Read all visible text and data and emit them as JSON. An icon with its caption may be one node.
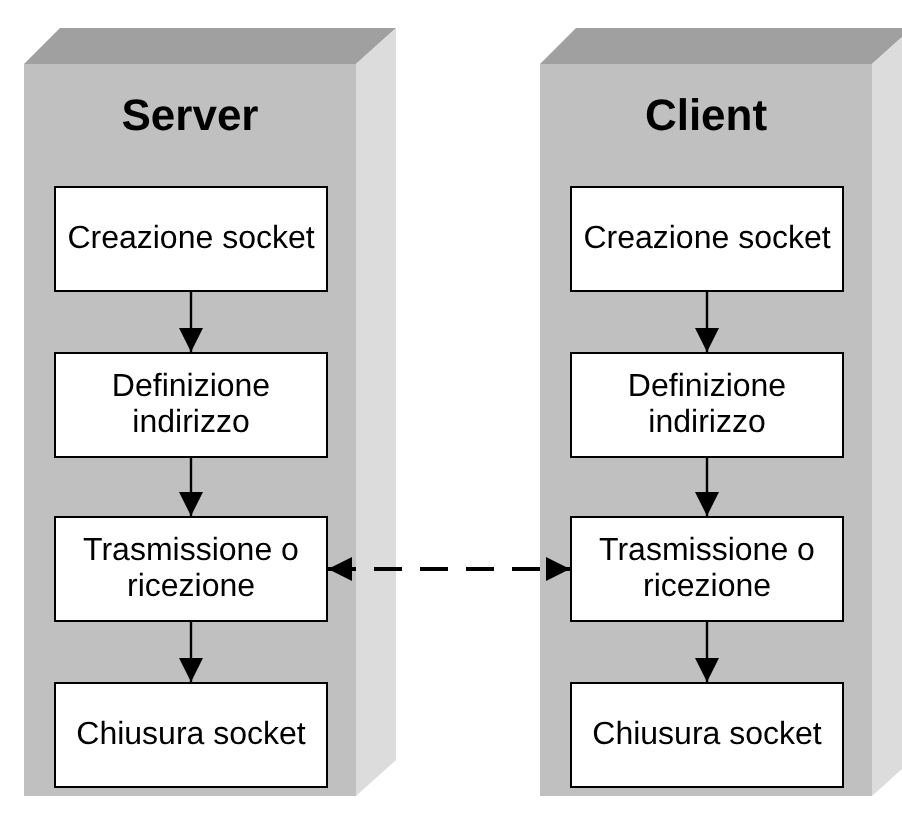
{
  "diagram": {
    "nodes": [
      {
        "text": [
          "Server"
        ]
      },
      {
        "text": [
          "Creazione socket"
        ],
        "in": 0
      },
      {
        "text": [
          "Definizione indirizzo"
        ],
        "in": 0
      },
      {
        "text": [
          "Trasmissione o ricezione"
        ],
        "in": 0
      },
      {
        "text": [
          "Chiusura socket"
        ],
        "in": 0
      },
      {
        "text": [
          "Client"
        ]
      },
      {
        "text": [
          "Creazione socket"
        ],
        "in": 5
      },
      {
        "text": [
          "Definizione indirizzo"
        ],
        "in": 5
      },
      {
        "text": [
          "Trasmissione o ricezione"
        ],
        "in": 5
      },
      {
        "text": [
          "Chiusura socket"
        ],
        "in": 5
      }
    ],
    "edges": [
      {
        "from": 1,
        "to": 2,
        "arrow": "to"
      },
      {
        "from": 2,
        "to": 3,
        "arrow": "to"
      },
      {
        "from": 3,
        "to": 4,
        "arrow": "to"
      },
      {
        "from": 6,
        "to": 7,
        "arrow": "to"
      },
      {
        "from": 7,
        "to": 8,
        "arrow": "to"
      },
      {
        "from": 8,
        "to": 9,
        "arrow": "to"
      },
      {
        "from": 3,
        "to": 8,
        "arrow": "both",
        "style": "dashed"
      }
    ]
  }
}
